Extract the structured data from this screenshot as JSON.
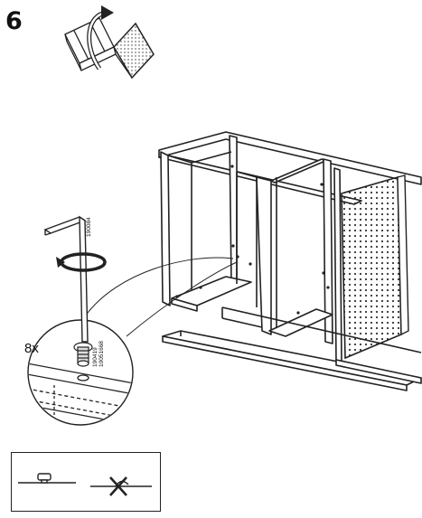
{
  "step": {
    "number": "6"
  },
  "callout": {
    "quantity": "8x"
  },
  "parts": {
    "allen_key": "190084",
    "cam_line1": "190419",
    "cam_line2": "10051668"
  },
  "icons": [
    "rotate-arrow-icon",
    "turn-direction-icon",
    "correct-position-icon",
    "wrong-position-icon"
  ],
  "colors": {
    "line": "#222222",
    "background": "#ffffff",
    "shade": "#d8d8d8"
  }
}
